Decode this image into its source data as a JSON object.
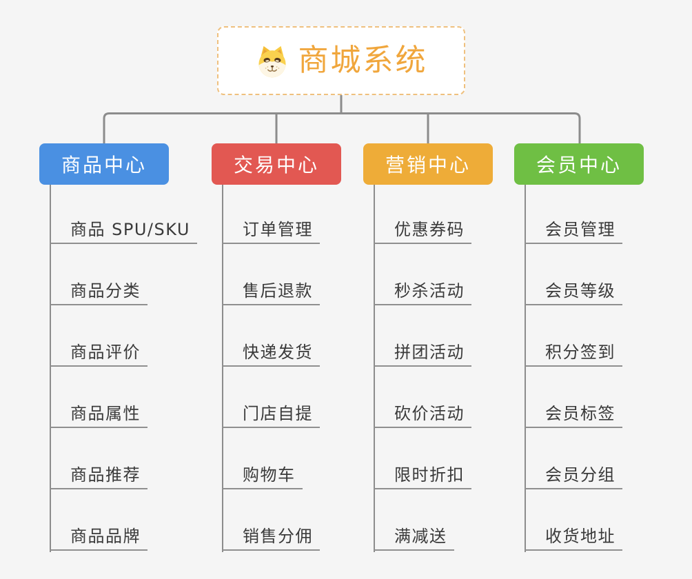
{
  "root": {
    "title": "商城系统",
    "icon": "dog-face-icon",
    "accent_color": "#f0a63c",
    "border_color": "#efc07e",
    "background": "#ffffff"
  },
  "connector_color": "#8c8c8c",
  "page_background": "#f5f5f5",
  "branches": [
    {
      "label": "商品中心",
      "color": "#4a90e2",
      "items": [
        "商品 SPU/SKU",
        "商品分类",
        "商品评价",
        "商品属性",
        "商品推荐",
        "商品品牌"
      ]
    },
    {
      "label": "交易中心",
      "color": "#e25852",
      "items": [
        "订单管理",
        "售后退款",
        "快递发货",
        "门店自提",
        "购物车",
        "销售分佣"
      ]
    },
    {
      "label": "营销中心",
      "color": "#eeac38",
      "items": [
        "优惠券码",
        "秒杀活动",
        "拼团活动",
        "砍价活动",
        "限时折扣",
        "满减送"
      ]
    },
    {
      "label": "会员中心",
      "color": "#6fbf44",
      "items": [
        "会员管理",
        "会员等级",
        "积分签到",
        "会员标签",
        "会员分组",
        "收货地址"
      ]
    }
  ]
}
